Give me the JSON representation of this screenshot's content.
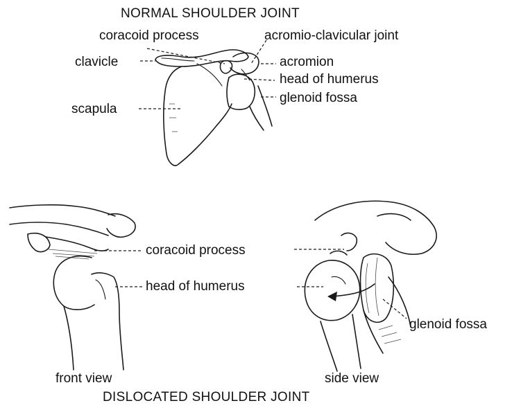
{
  "top_title": "NORMAL SHOULDER JOINT",
  "bottom_title": "DISLOCATED SHOULDER JOINT",
  "normal_labels": {
    "coracoid": "coracoid process",
    "acromioclavicular": "acromio-clavicular joint",
    "clavicle": "clavicle",
    "acromion": "acromion",
    "head": "head of humerus",
    "scapula": "scapula",
    "glenoid": "glenoid fossa"
  },
  "dislocated_labels": {
    "coracoid": "coracoid process",
    "head": "head of humerus",
    "glenoid": "glenoid fossa",
    "front": "front view",
    "side": "side view"
  }
}
